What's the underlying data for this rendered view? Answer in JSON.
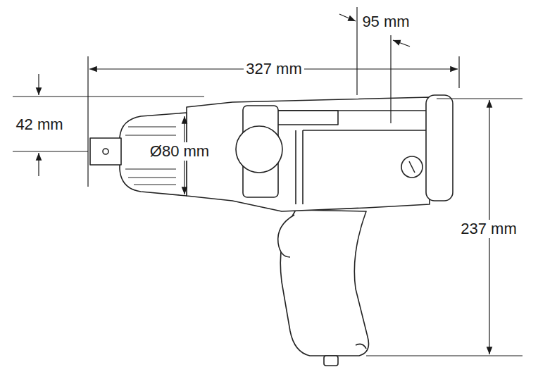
{
  "diagram": {
    "labels": [
      "95 mm",
      "327 mm",
      "42 mm",
      "Ø80 mm",
      "237 mm"
    ]
  }
}
